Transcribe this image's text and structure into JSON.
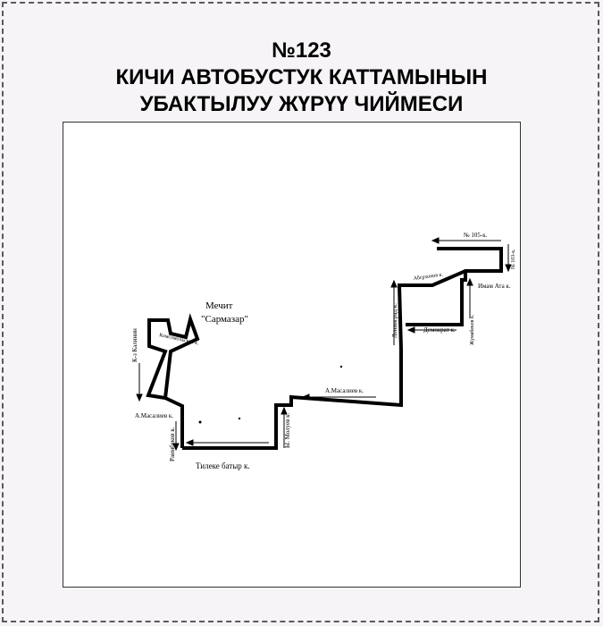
{
  "header": {
    "line1": "№123",
    "line2": "КИЧИ АВТОБУСТУК КАТТАМЫНЫН",
    "line3": "УБАКТЫЛУУ ЖҮРҮҮ ЧИЙМЕСИ"
  },
  "map": {
    "landmark_line1": "Мечит",
    "landmark_line2": "\"Сармазар\"",
    "streets": {
      "kaltsin": "К-з Калинин",
      "komsomol": "Комсомольская к.",
      "masaliev_left": "А.Масалиев к.",
      "raimbekov": "Раимбеков к.",
      "tileke": "Тилеке батыр к.",
      "moldo": "Ы. Молуев к.",
      "masaliev_mid": "А.Масалиев к.",
      "lenin": "Ленинград к.",
      "aberkhon": "Абсрхонов к.",
      "imam": "Имам Ата к.",
      "zhumabek": "Жумабеков к.",
      "demokrat": "Демократ к.",
      "n105": "№ 105-к.",
      "n103": "№ 103-к."
    },
    "route_color": "#000000"
  }
}
